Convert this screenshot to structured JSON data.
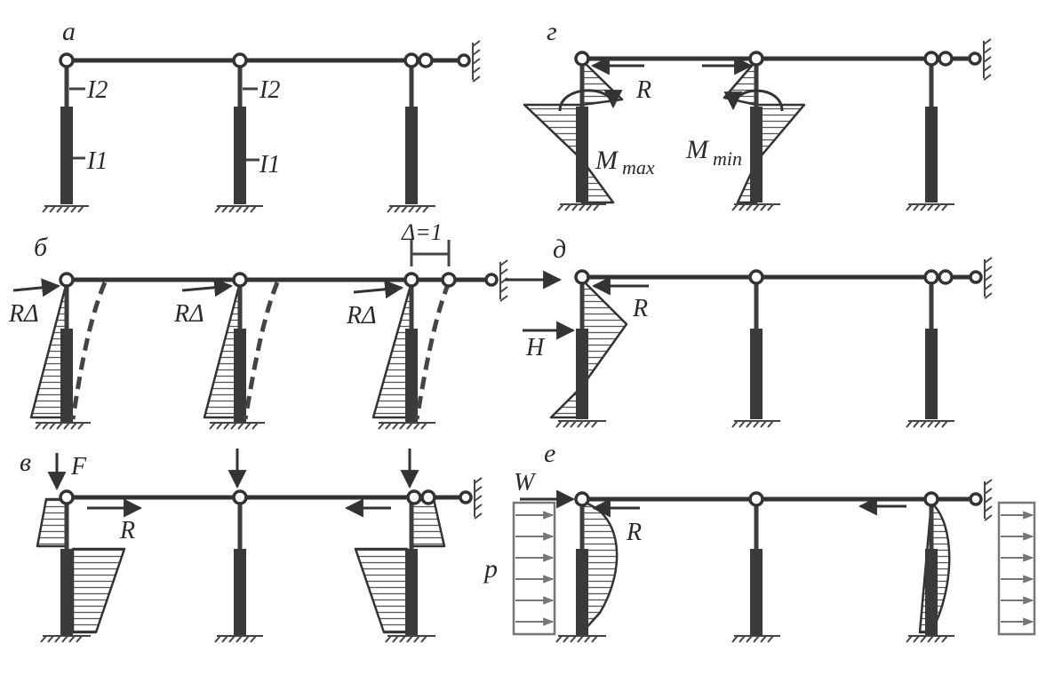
{
  "panels": {
    "a": {
      "tag": "а",
      "labels": [
        "I2",
        "I2",
        "I1",
        "I1"
      ]
    },
    "b": {
      "tag": "б",
      "delta": "Δ=1",
      "force": "RΔ"
    },
    "v": {
      "tag": "в",
      "force": "F",
      "reaction": "R"
    },
    "g": {
      "tag": "г",
      "reaction": "R",
      "mmax": "M",
      "mmax_sub": "max",
      "mmin": "M",
      "mmin_sub": "min"
    },
    "d": {
      "tag": "д",
      "reaction": "R",
      "force": "H"
    },
    "e": {
      "tag": "е",
      "wind": "W",
      "pressure": "p",
      "reaction": "R"
    }
  }
}
